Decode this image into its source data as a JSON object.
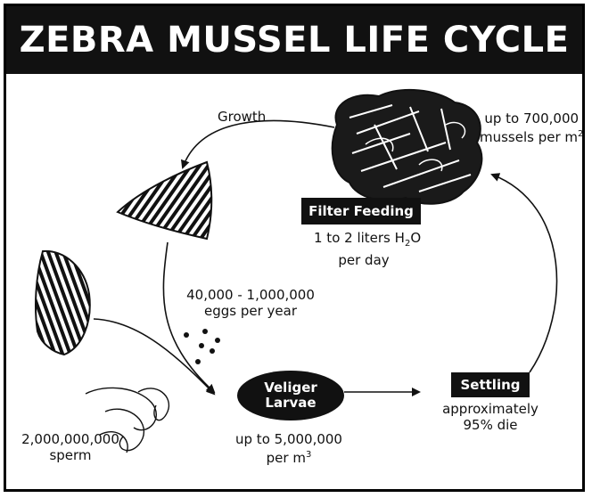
{
  "title": "ZEBRA MUSSEL LIFE CYCLE",
  "labels": {
    "growth": "Growth",
    "density_line1": "up to 700,000",
    "density_line2": "mussels per m",
    "density_sup": "2",
    "filter_feeding": "Filter Feeding",
    "filter_rate_line1_pre": "1 to 2 liters H",
    "filter_rate_sub": "2",
    "filter_rate_line1_post": "O",
    "filter_rate_line2": "per day",
    "eggs_line1": "40,000 - 1,000,000",
    "eggs_line2": "eggs per year",
    "veliger_line1": "Veliger",
    "veliger_line2": "Larvae",
    "veliger_density_line1": "up to 5,000,000",
    "veliger_density_line2": "per m",
    "veliger_density_sup": "3",
    "settling": "Settling",
    "settling_line1": "approximately",
    "settling_line2": "95% die",
    "sperm_line1": "2,000,000,000",
    "sperm_line2": "sperm"
  },
  "colors": {
    "ink": "#111111",
    "background": "#ffffff"
  },
  "icons": [
    "mussel-cluster-icon",
    "young-mussel-shell-icon",
    "adult-mussel-shell-icon",
    "egg-dots-icon",
    "sperm-squiggle-icon"
  ]
}
